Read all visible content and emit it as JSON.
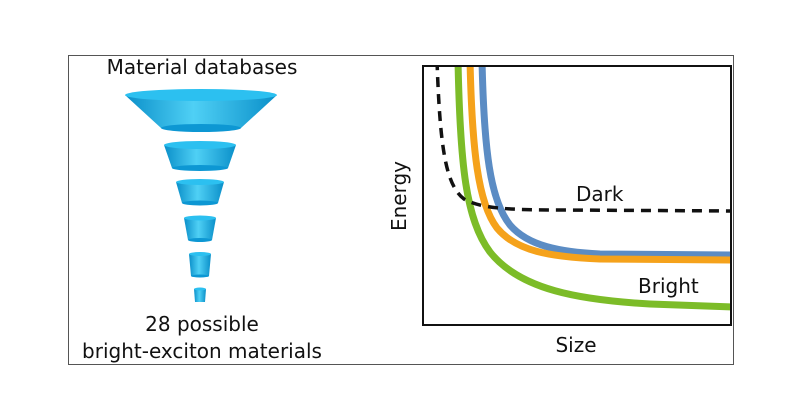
{
  "funnel": {
    "top_label": "Material databases",
    "bottom_label_line1": "28 possible",
    "bottom_label_line2": "bright-exciton materials",
    "color_light": "#4fd0f5",
    "color_mid": "#1fb3ea",
    "color_dark": "#0a8fc9",
    "stage_count": 6
  },
  "plot": {
    "xlabel": "Size",
    "ylabel": "Energy",
    "dark_label": "Dark",
    "bright_label": "Bright",
    "colors": {
      "dark": "#111111",
      "blue": "#5b8cc4",
      "orange": "#f5a21b",
      "green": "#7cbc28"
    }
  }
}
